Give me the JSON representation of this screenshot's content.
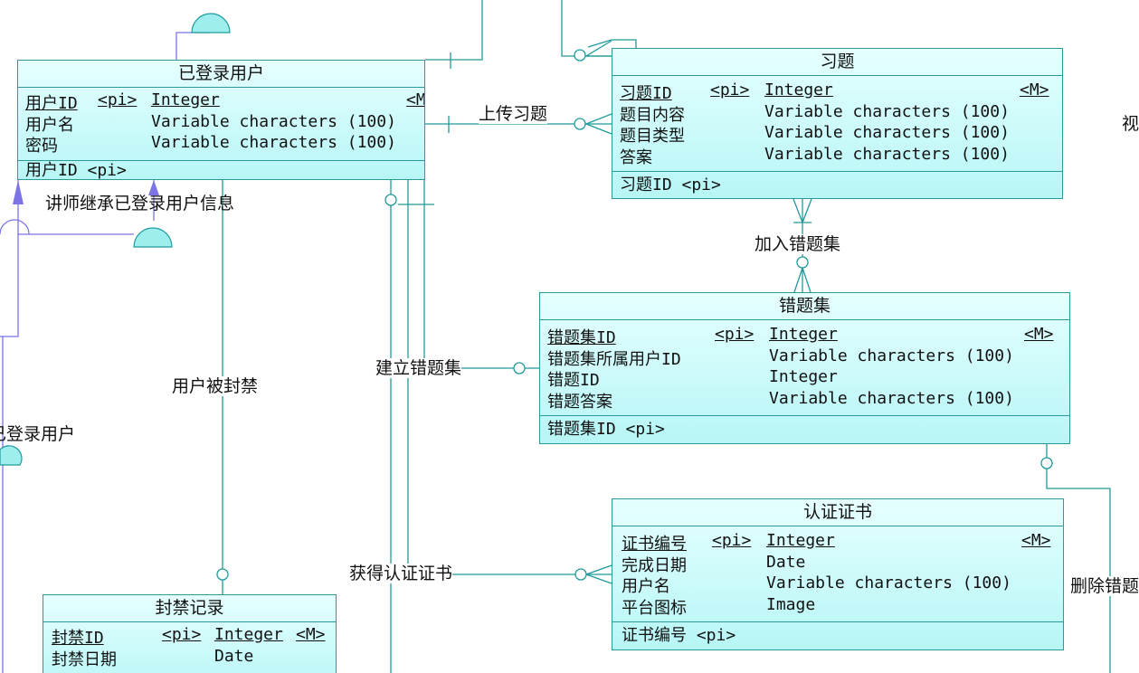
{
  "colors": {
    "link": "#1f9a9a",
    "inherit": "#7b73e6",
    "entity_border": "#2a9a9a",
    "entity_fill_top": "#e6ffff",
    "entity_fill_bottom": "#b7f6f6"
  },
  "entities": {
    "logged_user": {
      "title": "已登录用户",
      "attrs": [
        {
          "name": "用户ID",
          "key": "<pi>",
          "type": "Integer",
          "mark": "<M>"
        },
        {
          "name": "用户名",
          "key": "",
          "type": "Variable characters (100)",
          "mark": ""
        },
        {
          "name": "密码",
          "key": "",
          "type": "Variable characters (100)",
          "mark": ""
        }
      ],
      "identifier": "用户ID <pi>"
    },
    "exercise": {
      "title": "习题",
      "attrs": [
        {
          "name": "习题ID",
          "key": "<pi>",
          "type": "Integer",
          "mark": "<M>"
        },
        {
          "name": "题目内容",
          "key": "",
          "type": "Variable characters (100)",
          "mark": ""
        },
        {
          "name": "题目类型",
          "key": "",
          "type": "Variable characters (100)",
          "mark": ""
        },
        {
          "name": "答案",
          "key": "",
          "type": "Variable characters (100)",
          "mark": ""
        }
      ],
      "identifier": "习题ID <pi>"
    },
    "wrong_set": {
      "title": "错题集",
      "attrs": [
        {
          "name": "错题集ID",
          "key": "<pi>",
          "type": "Integer",
          "mark": "<M>"
        },
        {
          "name": "错题集所属用户ID",
          "key": "",
          "type": "Variable characters (100)",
          "mark": ""
        },
        {
          "name": "错题ID",
          "key": "",
          "type": "Integer",
          "mark": ""
        },
        {
          "name": "错题答案",
          "key": "",
          "type": "Variable characters (100)",
          "mark": ""
        }
      ],
      "identifier": "错题集ID <pi>"
    },
    "certificate": {
      "title": "认证证书",
      "attrs": [
        {
          "name": "证书编号",
          "key": "<pi>",
          "type": "Integer",
          "mark": "<M>"
        },
        {
          "name": "完成日期",
          "key": "",
          "type": "Date",
          "mark": ""
        },
        {
          "name": "用户名",
          "key": "",
          "type": "Variable characters (100)",
          "mark": ""
        },
        {
          "name": "平台图标",
          "key": "",
          "type": "Image",
          "mark": ""
        }
      ],
      "identifier": "证书编号 <pi>"
    },
    "ban_record": {
      "title": "封禁记录",
      "attrs": [
        {
          "name": "封禁ID",
          "key": "<pi>",
          "type": "Integer",
          "mark": "<M>"
        },
        {
          "name": "封禁日期",
          "key": "",
          "type": "Date",
          "mark": ""
        }
      ],
      "identifier": ""
    }
  },
  "relationships": {
    "upload": "上传习题",
    "add_wrong": "加入错题集",
    "create_wrong": "建立错题集",
    "get_cert": "获得认证证书",
    "banned": "用户被封禁",
    "teacher_inherit": "讲师继承已登录用户信息",
    "left_inherit": "已登录用户",
    "delete_wrong": "删除错题",
    "right_edge": "视"
  }
}
